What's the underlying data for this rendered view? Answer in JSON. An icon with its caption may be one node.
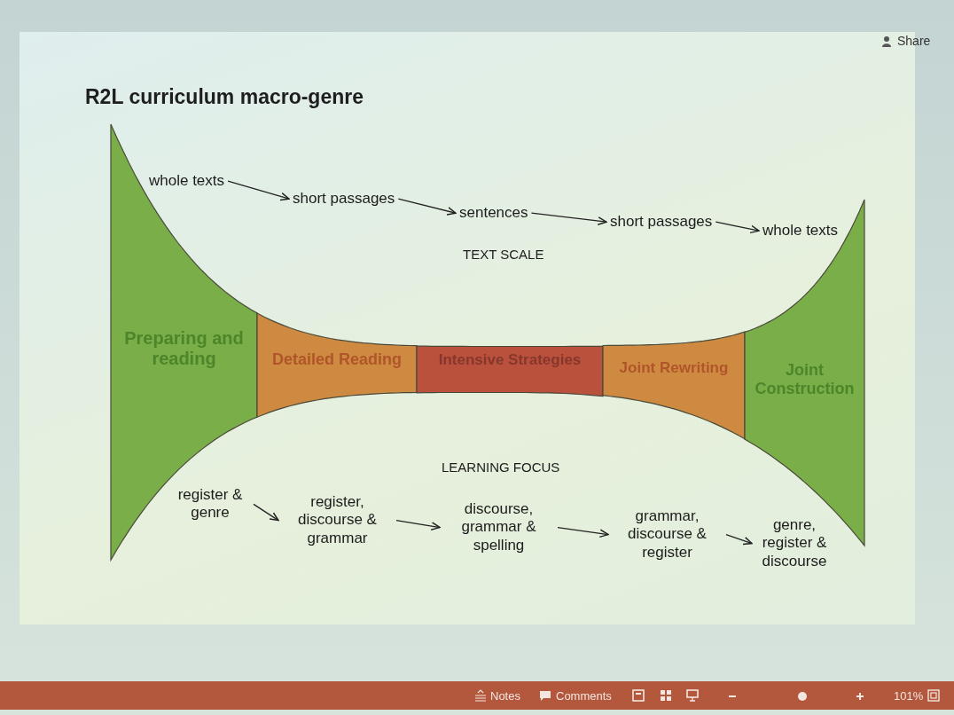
{
  "diagram": {
    "title": "R2L curriculum macro-genre",
    "nodes": [
      {
        "text": [
          "Preparing and reading"
        ]
      },
      {
        "text": [
          "Detailed Reading"
        ]
      },
      {
        "text": [
          "Intensive Strategies"
        ]
      },
      {
        "text": [
          "Joint Rewriting"
        ]
      },
      {
        "text": [
          "Joint Construction"
        ]
      },
      {
        "text": [
          "whole texts"
        ]
      },
      {
        "text": [
          "short passages"
        ]
      },
      {
        "text": [
          "sentences"
        ]
      },
      {
        "text": [
          "short passages"
        ]
      },
      {
        "text": [
          "whole texts"
        ]
      },
      {
        "text": [
          "register & genre"
        ]
      },
      {
        "text": [
          "register, discourse & grammar"
        ]
      },
      {
        "text": [
          "discourse, grammar & spelling"
        ]
      },
      {
        "text": [
          "grammar, discourse & register"
        ]
      },
      {
        "text": [
          "genre, register & discourse"
        ]
      }
    ],
    "edges": [
      {
        "from": 5,
        "to": 6,
        "arrow": "to"
      },
      {
        "from": 6,
        "to": 7,
        "arrow": "to"
      },
      {
        "from": 7,
        "to": 8,
        "arrow": "to"
      },
      {
        "from": 8,
        "to": 9,
        "arrow": "to"
      },
      {
        "from": 10,
        "to": 11,
        "arrow": "to"
      },
      {
        "from": 11,
        "to": 12,
        "arrow": "to"
      },
      {
        "from": 12,
        "to": 13,
        "arrow": "to"
      },
      {
        "from": 13,
        "to": 14,
        "arrow": "to"
      }
    ],
    "labels": [
      "TEXT SCALE",
      "LEARNING FOCUS",
      "Share",
      "Notes",
      "Comments",
      "101%"
    ]
  }
}
